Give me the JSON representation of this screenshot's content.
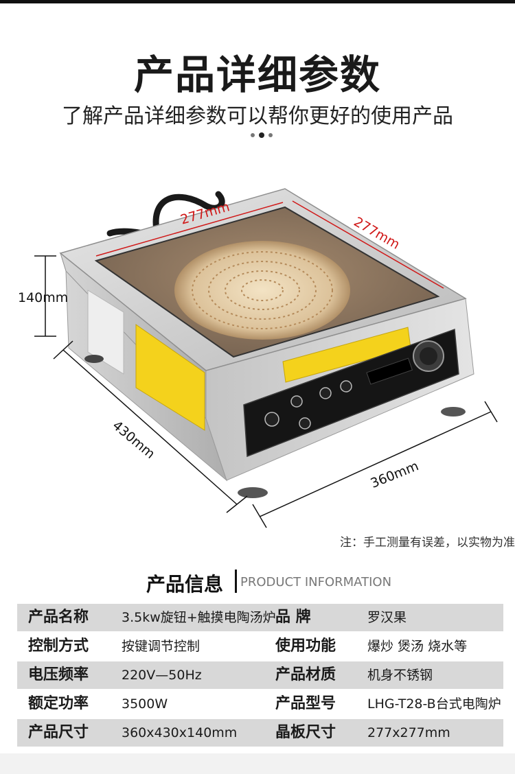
{
  "header": {
    "title": "产品详细参数",
    "subtitle": "了解产品详细参数可以帮你更好的使用产品"
  },
  "dimensions": {
    "top_width": "277mm",
    "top_depth": "277mm",
    "height": "140mm",
    "depth": "430mm",
    "width": "360mm"
  },
  "note": "注：手工测量有误差，以实物为准",
  "section": {
    "title": "产品信息",
    "subtitle_en": "PRODUCT INFORMATION"
  },
  "specs": [
    {
      "label_a": "产品名称",
      "value_a": "3.5kw旋钮+触摸电陶汤炉",
      "label_b": "品  牌",
      "value_b": "罗汉果"
    },
    {
      "label_a": "控制方式",
      "value_a": "按键调节控制",
      "label_b": "使用功能",
      "value_b": "爆炒 煲汤 烧水等"
    },
    {
      "label_a": "电压频率",
      "value_a": "220V—50Hz",
      "label_b": "产品材质",
      "value_b": "机身不锈钢"
    },
    {
      "label_a": "额定功率",
      "value_a": "3500W",
      "label_b": "产品型号",
      "value_b": "LHG-T28-B台式电陶炉"
    },
    {
      "label_a": "产品尺寸",
      "value_a": "360x430x140mm",
      "label_b": "晶板尺寸",
      "value_b": "277x277mm"
    }
  ],
  "colors": {
    "dimension_red": "#d01818",
    "warning_yellow": "#f4d21c",
    "row_gray": "#d8d8d8"
  }
}
